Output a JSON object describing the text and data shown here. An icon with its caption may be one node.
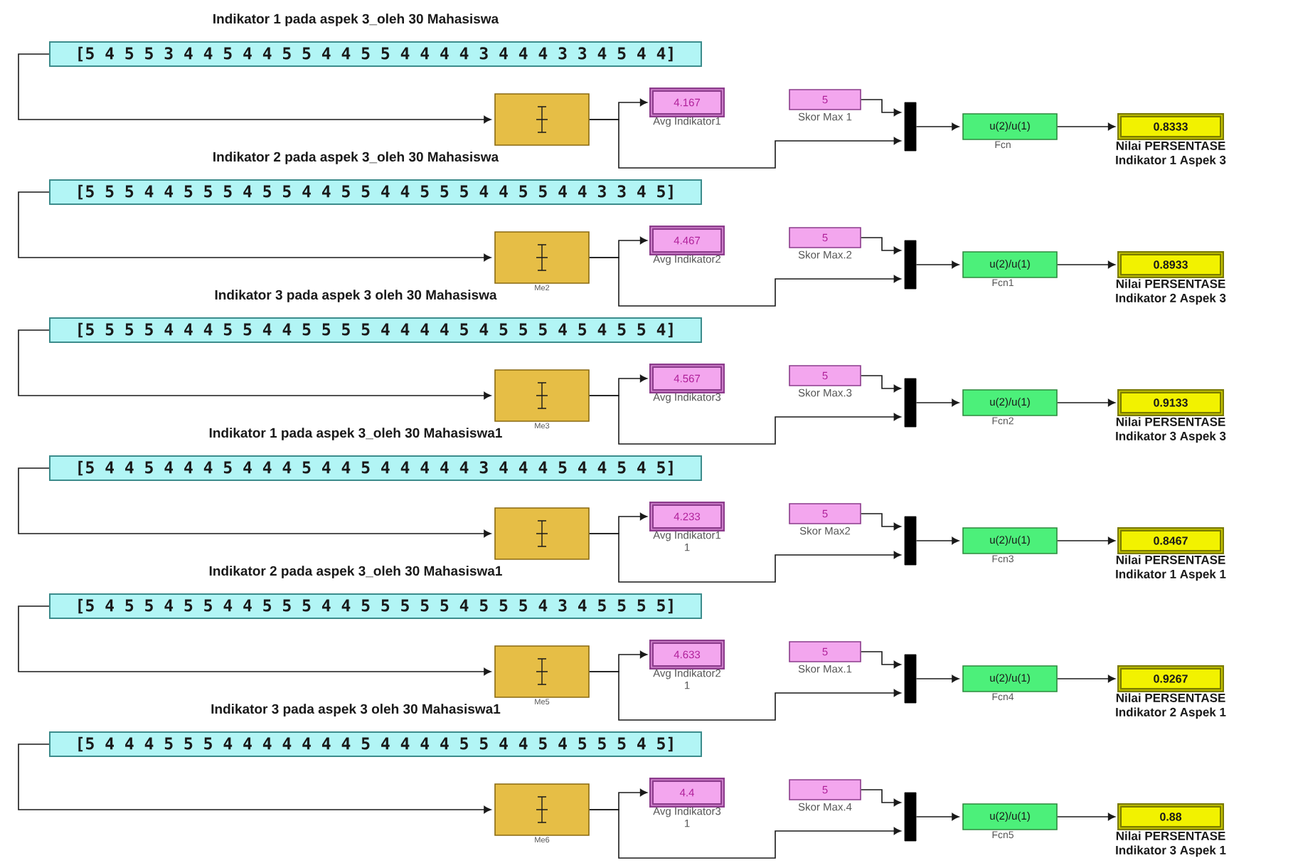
{
  "diagram": {
    "nodes": [
      {
        "text": [
          "Indikator 1 pada aspek 3_oleh 30 Mahasiswa",
          "[5 4 5 5 3 4 4 5 4 4 5 5 4 4 5 5 4 4 4 4 3 4 4 4 3 3 4 5 4 4]"
        ]
      },
      {
        "text": [],
        "shape": "box"
      },
      {
        "text": [
          "4.167"
        ],
        "beside": [
          "Avg Indikator1"
        ]
      },
      {
        "text": [
          "5"
        ],
        "beside": [
          "Skor Max 1"
        ]
      },
      {
        "text": [],
        "shape": "bar"
      },
      {
        "text": [
          "u(2)/u(1)"
        ],
        "beside": [
          "Fcn"
        ]
      },
      {
        "text": [
          "0.8333"
        ],
        "beside": [
          "Nilai PERSENTASE Indikator 1 Aspek 3"
        ]
      },
      {
        "text": [
          "Indikator 2 pada aspek 3_oleh 30 Mahasiswa",
          "[5 5 5 4 4 5 5 5 4 5 5 4 4 5 5 4 4 5 5 5 4 4 5 5 4 4 3 3 4 5]"
        ]
      },
      {
        "text": [],
        "shape": "box",
        "beside": [
          "Me2"
        ]
      },
      {
        "text": [
          "4.467"
        ],
        "beside": [
          "Avg Indikator2"
        ]
      },
      {
        "text": [
          "5"
        ],
        "beside": [
          "Skor Max.2"
        ]
      },
      {
        "text": [],
        "shape": "bar"
      },
      {
        "text": [
          "u(2)/u(1)"
        ],
        "beside": [
          "Fcn1"
        ]
      },
      {
        "text": [
          "0.8933"
        ],
        "beside": [
          "Nilai PERSENTASE Indikator 2 Aspek 3"
        ]
      },
      {
        "text": [
          "Indikator 3 pada aspek 3 oleh 30 Mahasiswa",
          "[5 5 5 5 4 4 4 5 5 4 4 5 5 5 5 4 4 4 4 5 4 5 5 5 4 5 4 5 5 4]"
        ]
      },
      {
        "text": [],
        "shape": "box",
        "beside": [
          "Me3"
        ]
      },
      {
        "text": [
          "4.567"
        ],
        "beside": [
          "Avg Indikator3"
        ]
      },
      {
        "text": [
          "5"
        ],
        "beside": [
          "Skor Max.3"
        ]
      },
      {
        "text": [],
        "shape": "bar"
      },
      {
        "text": [
          "u(2)/u(1)"
        ],
        "beside": [
          "Fcn2"
        ]
      },
      {
        "text": [
          "0.9133"
        ],
        "beside": [
          "Nilai PERSENTASE Indikator 3 Aspek 3"
        ]
      },
      {
        "text": [
          "Indikator 1 pada aspek 3_oleh 30 Mahasiswa1",
          "[5 4 4 5 4 4 4 5 4 4 4 5 4 4 5 4 4 4 4 4 3 4 4 4 5 4 4 5 4 5]"
        ]
      },
      {
        "text": [],
        "shape": "box"
      },
      {
        "text": [
          "4.233"
        ],
        "beside": [
          "Avg Indikator1 1"
        ]
      },
      {
        "text": [
          "5"
        ],
        "beside": [
          "Skor Max2"
        ]
      },
      {
        "text": [],
        "shape": "bar"
      },
      {
        "text": [
          "u(2)/u(1)"
        ],
        "beside": [
          "Fcn3"
        ]
      },
      {
        "text": [
          "0.8467"
        ],
        "beside": [
          "Nilai PERSENTASE Indikator 1 Aspek 1"
        ]
      },
      {
        "text": [
          "Indikator 2 pada aspek 3_oleh 30 Mahasiswa1",
          "[5 4 5 5 4 5 5 4 4 5 5 5 4 4 5 5 5 5 5 4 5 5 5 4 3 4 5 5 5 5]"
        ]
      },
      {
        "text": [],
        "shape": "box",
        "beside": [
          "Me5"
        ]
      },
      {
        "text": [
          "4.633"
        ],
        "beside": [
          "Avg Indikator2 1"
        ]
      },
      {
        "text": [
          "5"
        ],
        "beside": [
          "Skor Max.1"
        ]
      },
      {
        "text": [],
        "shape": "bar"
      },
      {
        "text": [
          "u(2)/u(1)"
        ],
        "beside": [
          "Fcn4"
        ]
      },
      {
        "text": [
          "0.9267"
        ],
        "beside": [
          "Nilai PERSENTASE Indikator 2 Aspek 1"
        ]
      },
      {
        "text": [
          "Indikator 3 pada aspek 3 oleh 30 Mahasiswa1",
          "[5 4 4 4 5 5 5 4 4 4 4 4 4 4 5 4 4 4 4 5 5 4 4 5 4 5 5 5 4 5]"
        ]
      },
      {
        "text": [],
        "shape": "box",
        "beside": [
          "Me6"
        ]
      },
      {
        "text": [
          "4.4"
        ],
        "beside": [
          "Avg Indikator3 1"
        ]
      },
      {
        "text": [
          "5"
        ],
        "beside": [
          "Skor Max.4"
        ]
      },
      {
        "text": [],
        "shape": "bar"
      },
      {
        "text": [
          "u(2)/u(1)"
        ],
        "beside": [
          "Fcn5"
        ]
      },
      {
        "text": [
          "0.88"
        ],
        "beside": [
          "Nilai PERSENTASE Indikator 3 Aspek 1"
        ]
      }
    ],
    "edges": [
      {
        "from": 0,
        "to": 1,
        "arrow": "to"
      },
      {
        "from": 1,
        "to": 2,
        "arrow": "to"
      },
      {
        "from": 1,
        "to": 4,
        "arrow": "to"
      },
      {
        "from": 3,
        "to": 4,
        "arrow": "to"
      },
      {
        "from": 4,
        "to": 5,
        "arrow": "to"
      },
      {
        "from": 5,
        "to": 6,
        "arrow": "to"
      },
      {
        "from": 7,
        "to": 8,
        "arrow": "to"
      },
      {
        "from": 8,
        "to": 9,
        "arrow": "to"
      },
      {
        "from": 8,
        "to": 11,
        "arrow": "to"
      },
      {
        "from": 10,
        "to": 11,
        "arrow": "to"
      },
      {
        "from": 11,
        "to": 12,
        "arrow": "to"
      },
      {
        "from": 12,
        "to": 13,
        "arrow": "to"
      },
      {
        "from": 14,
        "to": 15,
        "arrow": "to"
      },
      {
        "from": 15,
        "to": 16,
        "arrow": "to"
      },
      {
        "from": 15,
        "to": 18,
        "arrow": "to"
      },
      {
        "from": 17,
        "to": 18,
        "arrow": "to"
      },
      {
        "from": 18,
        "to": 19,
        "arrow": "to"
      },
      {
        "from": 19,
        "to": 20,
        "arrow": "to"
      },
      {
        "from": 21,
        "to": 22,
        "arrow": "to"
      },
      {
        "from": 22,
        "to": 23,
        "arrow": "to"
      },
      {
        "from": 22,
        "to": 25,
        "arrow": "to"
      },
      {
        "from": 24,
        "to": 25,
        "arrow": "to"
      },
      {
        "from": 25,
        "to": 26,
        "arrow": "to"
      },
      {
        "from": 26,
        "to": 27,
        "arrow": "to"
      },
      {
        "from": 28,
        "to": 29,
        "arrow": "to"
      },
      {
        "from": 29,
        "to": 30,
        "arrow": "to"
      },
      {
        "from": 29,
        "to": 32,
        "arrow": "to"
      },
      {
        "from": 31,
        "to": 32,
        "arrow": "to"
      },
      {
        "from": 32,
        "to": 33,
        "arrow": "to"
      },
      {
        "from": 33,
        "to": 34,
        "arrow": "to"
      },
      {
        "from": 35,
        "to": 36,
        "arrow": "to"
      },
      {
        "from": 36,
        "to": 37,
        "arrow": "to"
      },
      {
        "from": 36,
        "to": 39,
        "arrow": "to"
      },
      {
        "from": 38,
        "to": 39,
        "arrow": "to"
      },
      {
        "from": 39,
        "to": 40,
        "arrow": "to"
      },
      {
        "from": 40,
        "to": 41,
        "arrow": "to"
      }
    ]
  }
}
